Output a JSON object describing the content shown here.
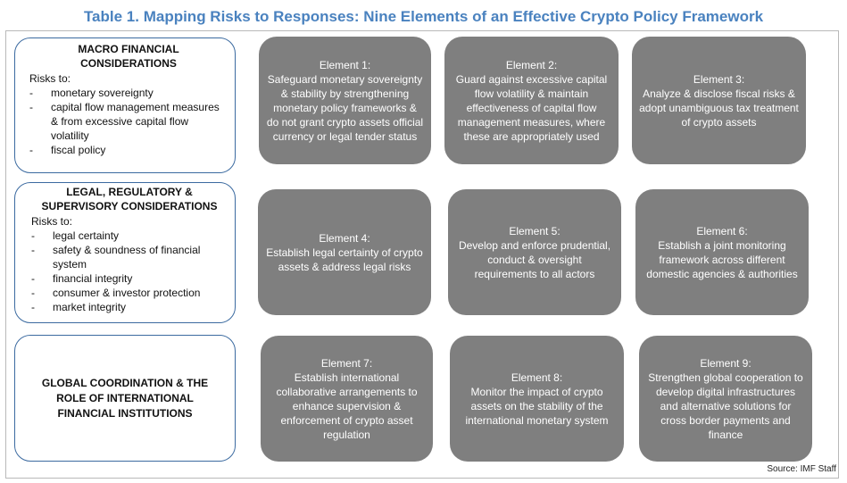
{
  "title": "Table 1. Mapping Risks to Responses: Nine Elements of an Effective Crypto Policy Framework",
  "categories": [
    {
      "title": "MACRO FINANCIAL CONSIDERATIONS",
      "risks_label": "Risks to:",
      "risks": [
        "monetary sovereignty",
        "capital flow management measures & from excessive capital flow volatility",
        "fiscal policy"
      ]
    },
    {
      "title": "LEGAL, REGULATORY & SUPERVISORY CONSIDERATIONS",
      "risks_label": "Risks to:",
      "risks": [
        "legal certainty",
        "safety & soundness of financial system",
        "financial integrity",
        "consumer & investor protection",
        "market integrity"
      ]
    },
    {
      "title": "GLOBAL COORDINATION & THE ROLE OF INTERNATIONAL FINANCIAL INSTITUTIONS"
    }
  ],
  "elements": [
    {
      "title": "Element 1:",
      "text": "Safeguard monetary sovereignty & stability by strengthening monetary policy frameworks & do not grant crypto assets official currency or legal tender status"
    },
    {
      "title": "Element 2:",
      "text": "Guard against excessive capital flow volatility & maintain effectiveness of capital flow management measures, where these are appropriately used"
    },
    {
      "title": "Element 3:",
      "text": "Analyze & disclose fiscal risks & adopt unambiguous tax treatment of crypto assets"
    },
    {
      "title": "Element 4:",
      "text": "Establish legal certainty of crypto assets & address legal risks"
    },
    {
      "title": "Element 5:",
      "text": "Develop and enforce prudential, conduct & oversight requirements to all actors"
    },
    {
      "title": "Element 6:",
      "text": "Establish a joint monitoring framework across different domestic agencies & authorities"
    },
    {
      "title": "Element 7:",
      "text": "Establish international collaborative arrangements to enhance supervision & enforcement of crypto asset regulation"
    },
    {
      "title": "Element 8:",
      "text": "Monitor the impact of crypto assets on the stability of the international monetary system"
    },
    {
      "title": "Element 9:",
      "text": "Strengthen global cooperation to develop digital infrastructures and alternative solutions for cross border payments and finance"
    }
  ],
  "source": "Source: IMF Staff",
  "colors": {
    "title": "#4a82bf",
    "category_border": "#3b6aa0",
    "element_fill": "#7f7f7f"
  }
}
